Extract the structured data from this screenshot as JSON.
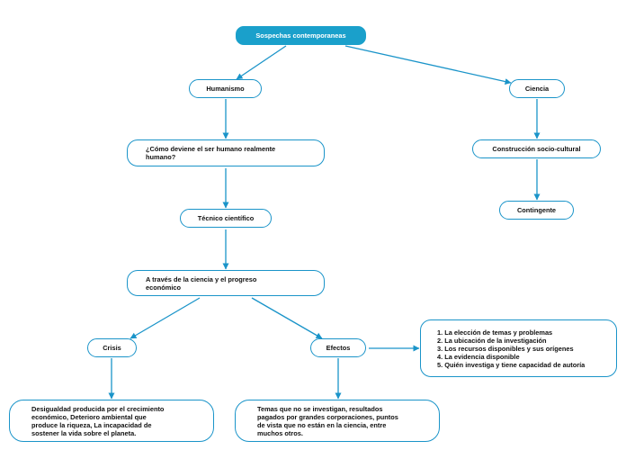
{
  "diagram": {
    "root": "Sospechas contemporaneas",
    "humanismo": "Humanismo",
    "ciencia": "Ciencia",
    "pregunta": "¿Cómo deviene el ser humano realmente humano?",
    "construccion": "Construcción socio-cultural",
    "contingente": "Contingente",
    "tecnico": "Técnico científico",
    "atraves": "A través de la ciencia y el progreso económico",
    "crisis": "Crisis",
    "efectos": "Efectos",
    "crisis_detalle": "Desigualdad producida por el crecimiento económico, Deterioro ambiental que produce la riqueza, La incapacidad de sostener la vida sobre el planeta.",
    "efectos_detalle": "Temas que no se investigan, resultados pagados por grandes corporaciones, puntos de vista que no están en la ciencia, entre muchos otros.",
    "efectos_lista": [
      "1. La elección de temas y problemas",
      "2. La ubicación de la investigación",
      "3. Los recursos disponibles y sus orígenes",
      "4. La evidencia disponible",
      "5. Quién investiga y tiene capacidad de autoría"
    ]
  },
  "colors": {
    "accent": "#1aa0cb",
    "edge": "#1a94c9"
  }
}
